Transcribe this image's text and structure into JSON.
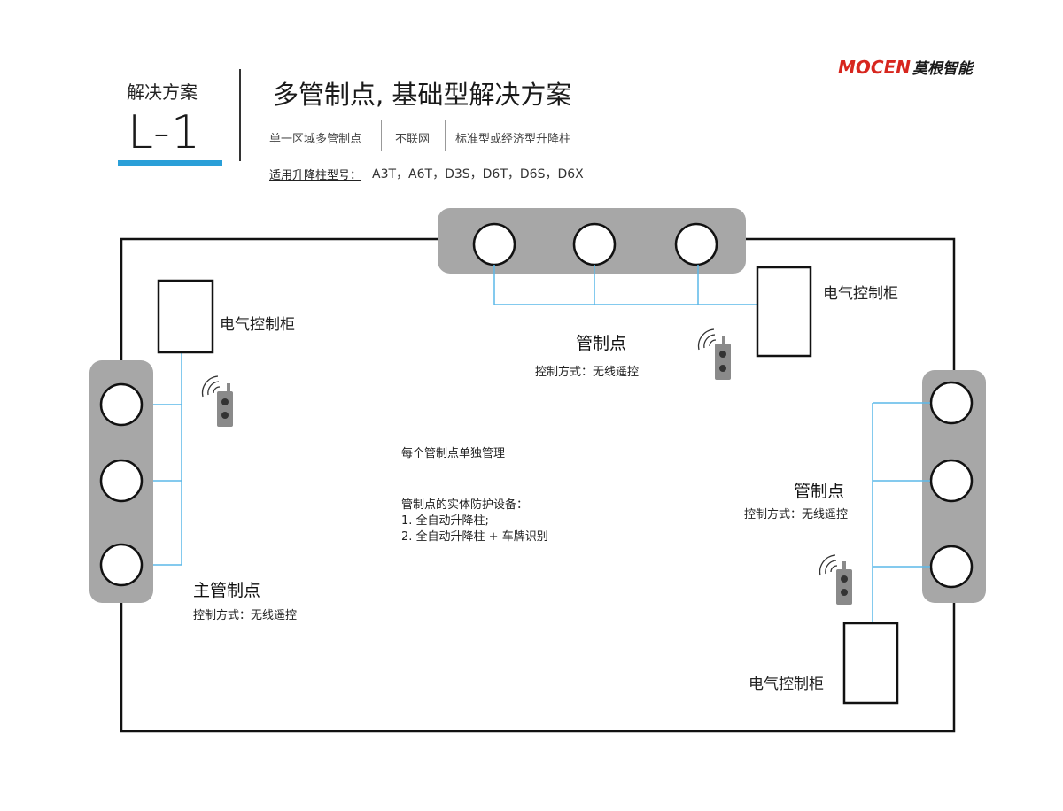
{
  "header": {
    "scheme_label": "解决方案",
    "scheme_code": "L-1",
    "title": "多管制点, 基础型解决方案",
    "tags": [
      "单一区域多管制点",
      "不联网",
      "标准型或经济型升降柱"
    ],
    "models_label": "适用升降柱型号：",
    "models_value": "A3T，A6T，D3S，D6T，D6S，D6X",
    "logo_en": "MOCEN",
    "logo_cn": "莫根智能",
    "accent_color": "#2a9fd8",
    "logo_color": "#d7261e"
  },
  "diagram": {
    "cabinet_labels": [
      "电气控制柜",
      "电气控制柜",
      "电气控制柜"
    ],
    "main_point": {
      "label": "主管制点",
      "control_mode": "控制方式：无线遥控"
    },
    "top_point": {
      "label": "管制点",
      "control_mode": "控制方式：无线遥控"
    },
    "right_point": {
      "label": "管制点",
      "control_mode": "控制方式：无线遥控"
    },
    "notes": {
      "line1": "每个管制点单独管理",
      "line2": "管制点的实体防护设备：",
      "line3": "1. 全自动升降柱;",
      "line4": "2. 全自动升降柱 + 车牌识别"
    },
    "colors": {
      "bollard_group": "#a7a7a7",
      "wire": "#5bb8e8",
      "boundary": "#111111",
      "remote": "#8a8a8a"
    },
    "icons": [
      "bollard-icon",
      "remote-control-icon",
      "wireless-signal-icon",
      "cabinet-icon"
    ]
  }
}
